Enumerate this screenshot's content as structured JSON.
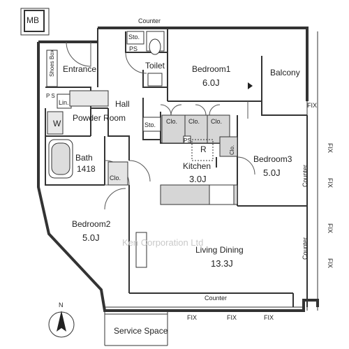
{
  "labels": {
    "mb": "MB",
    "counter_top": "Counter",
    "sto_toilet": "Sto.",
    "ps_top": "PS",
    "toilet": "Toilet",
    "shoes_box": "Shoes Box",
    "entrance": "Entrance",
    "ps_left": "P\nS",
    "lin": "Lin.",
    "hall": "Hall",
    "powder_room": "Powder\nRoom",
    "w": "W",
    "bath": "Bath",
    "bath_size": "1418",
    "clo_bath": "Clo.",
    "sto_hall": "Sto.",
    "clo_1": "Clo.",
    "clo_2": "Clo.",
    "clo_3": "Clo.",
    "ps_kitchen": "PS",
    "r": "R",
    "clo_bed3": "Clo.",
    "bedroom1": "Bedroom1",
    "bedroom1_area": "6.0J",
    "balcony": "Balcony",
    "bedroom3": "Bedroom3",
    "bedroom3_area": "5.0J",
    "kitchen": "Kitchen",
    "kitchen_area": "3.0J",
    "bedroom2": "Bedroom2",
    "bedroom2_area": "5.0J",
    "living_dining": "Living Dining",
    "living_dining_area": "13.3J",
    "counter_right_upper": "Counter",
    "counter_right_lower": "Counter",
    "counter_bottom": "Counter",
    "fix": "FIX",
    "service_space": "Service Space",
    "north": "N",
    "watermark": "Ken Corporation Ltd"
  }
}
